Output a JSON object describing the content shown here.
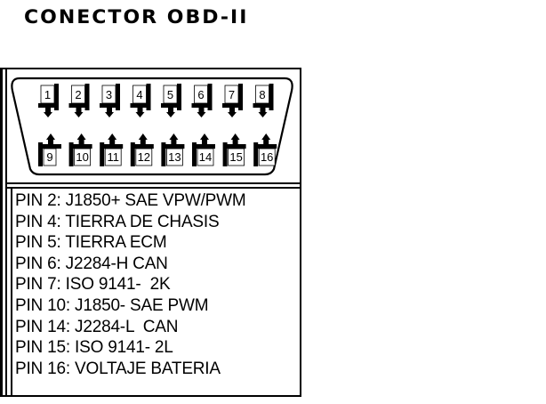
{
  "header": {
    "title": "CONECTOR OBD-II"
  },
  "connector": {
    "top_pins": [
      "1",
      "2",
      "3",
      "4",
      "5",
      "6",
      "7",
      "8"
    ],
    "bottom_pins": [
      "9",
      "10",
      "11",
      "12",
      "13",
      "14",
      "15",
      "16"
    ]
  },
  "pin_descriptions": [
    "PIN 2: J1850+ SAE VPW/PWM",
    "PIN 4: TIERRA DE CHASIS",
    "PIN 5: TIERRA ECM",
    "PIN 6: J2284-H CAN",
    "PIN 7: ISO 9141-  2K",
    "PIN 10: J1850- SAE PWM",
    "PIN 14: J2284-L  CAN",
    "PIN 15: ISO 9141- 2L",
    "PIN 16: VOLTAJE BATERIA"
  ]
}
